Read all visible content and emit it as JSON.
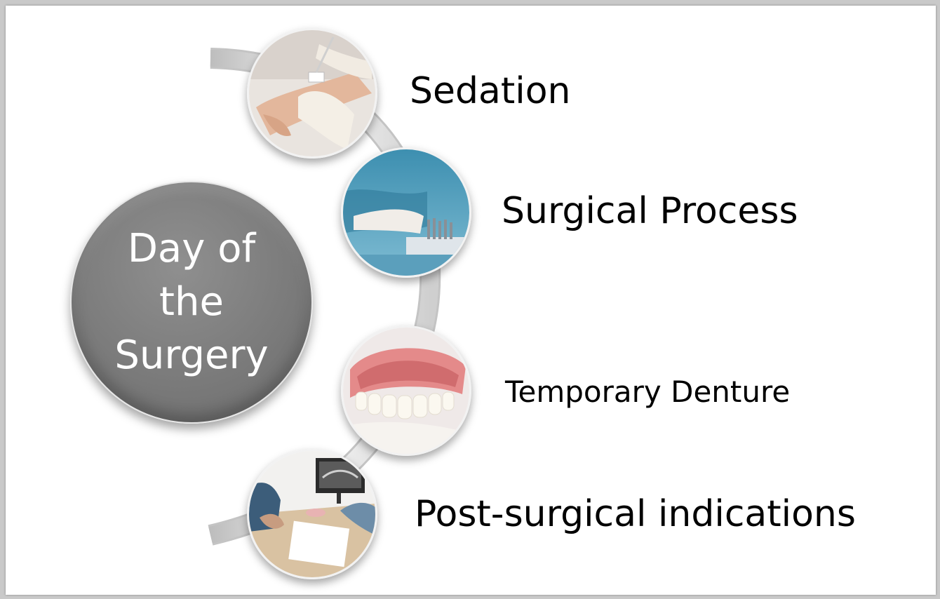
{
  "diagram": {
    "center_label": "Day of the Surgery",
    "items": [
      {
        "label": "Sedation",
        "icon": "iv-sedation-photo"
      },
      {
        "label": "Surgical Process",
        "icon": "surgical-instruments-photo"
      },
      {
        "label": "Temporary Denture",
        "icon": "denture-photo"
      },
      {
        "label": "Post-surgical indications",
        "icon": "consultation-photo"
      }
    ]
  },
  "colors": {
    "hub": "#7b7b7b",
    "hub_text": "#ffffff",
    "label_text": "#000000",
    "arc": "#e8e8e8"
  }
}
